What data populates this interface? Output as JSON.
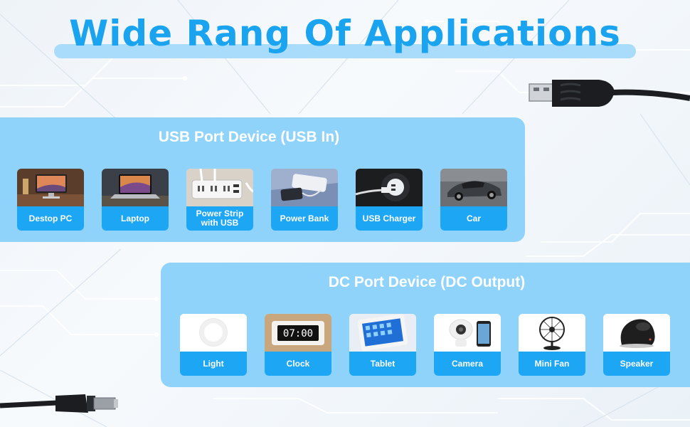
{
  "title": "Wide Rang Of Applications",
  "usb_section": {
    "heading": "USB Port Device (USB In)",
    "items": [
      {
        "label": "Destop PC",
        "icon": "desktop-pc-icon"
      },
      {
        "label": "Laptop",
        "icon": "laptop-icon"
      },
      {
        "label": "Power Strip\nwith USB",
        "icon": "power-strip-icon"
      },
      {
        "label": "Power Bank",
        "icon": "power-bank-icon"
      },
      {
        "label": "USB Charger",
        "icon": "usb-charger-icon"
      },
      {
        "label": "Car",
        "icon": "car-icon"
      }
    ]
  },
  "dc_section": {
    "heading": "DC Port Device (DC Output)",
    "items": [
      {
        "label": "Light",
        "icon": "ring-light-icon"
      },
      {
        "label": "Clock",
        "icon": "clock-icon",
        "display": "07:00"
      },
      {
        "label": "Tablet",
        "icon": "tablet-icon"
      },
      {
        "label": "Camera",
        "icon": "camera-icon"
      },
      {
        "label": "Mini Fan",
        "icon": "fan-icon"
      },
      {
        "label": "Speaker",
        "icon": "speaker-icon"
      }
    ]
  },
  "colors": {
    "accent": "#1aa3ee",
    "panel": "#8fd3fb",
    "label_bg": "#1ca6f4",
    "title_bar": "#a9dcfb"
  }
}
